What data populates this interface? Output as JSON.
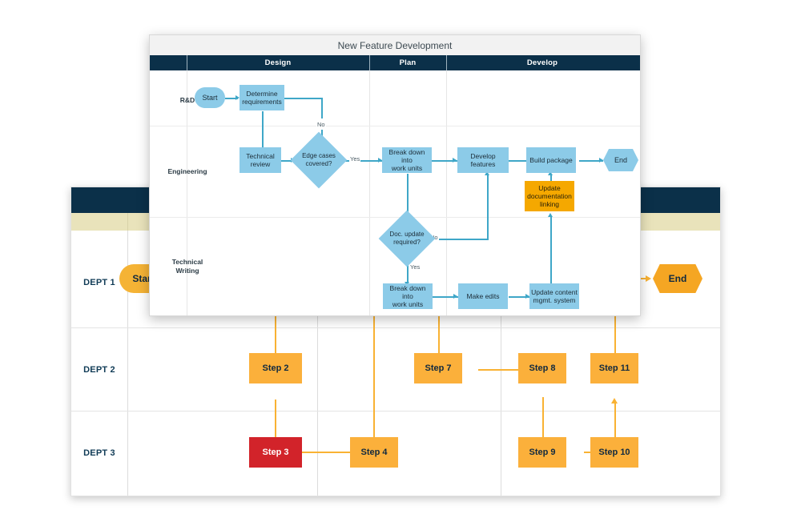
{
  "background_diagram": {
    "name": "generic-department-swimlane",
    "header_color": "#0b3049",
    "subheader_color": "#e9e3bb",
    "accent_color": "#FBB03B",
    "alert_color": "#D2232A",
    "lanes": [
      {
        "label": "DEPT 1"
      },
      {
        "label": "DEPT 2"
      },
      {
        "label": "DEPT 3"
      }
    ],
    "nodes": [
      {
        "id": "start",
        "label": "Start",
        "shape": "stadium",
        "color": "#F5B335"
      },
      {
        "id": "step2",
        "label": "Step 2",
        "shape": "rect",
        "color": "#FBB03B"
      },
      {
        "id": "step3",
        "label": "Step 3",
        "shape": "rect",
        "color": "#D2232A"
      },
      {
        "id": "step4",
        "label": "Step 4",
        "shape": "rect",
        "color": "#FBB03B"
      },
      {
        "id": "step7",
        "label": "Step 7",
        "shape": "rect",
        "color": "#FBB03B"
      },
      {
        "id": "step8",
        "label": "Step 8",
        "shape": "rect",
        "color": "#FBB03B"
      },
      {
        "id": "step9",
        "label": "Step 9",
        "shape": "rect",
        "color": "#FBB03B"
      },
      {
        "id": "step10",
        "label": "Step 10",
        "shape": "rect",
        "color": "#FBB03B"
      },
      {
        "id": "step11",
        "label": "Step 11",
        "shape": "rect",
        "color": "#FBB03B"
      },
      {
        "id": "end",
        "label": "End",
        "shape": "hexagon",
        "color": "#F5A623"
      }
    ]
  },
  "foreground_diagram": {
    "title": "New Feature Development",
    "header_color": "#0b3049",
    "node_color": "#8CCBE8",
    "highlight_color": "#F5A800",
    "connector_color": "#3FA7C8",
    "columns": [
      {
        "label": "Design"
      },
      {
        "label": "Plan"
      },
      {
        "label": "Develop"
      }
    ],
    "lanes": [
      {
        "label": "R&D"
      },
      {
        "label": "Engineering"
      },
      {
        "label": "Technical\nWriting",
        "line1": "Technical",
        "line2": "Writing"
      }
    ],
    "nodes": [
      {
        "id": "start",
        "label": "Start",
        "shape": "stadium",
        "lane": "R&D",
        "column": "Design"
      },
      {
        "id": "determine-requirements",
        "label": "Determine requirements",
        "line1": "Determine",
        "line2": "requirements",
        "shape": "rect",
        "lane": "R&D",
        "column": "Design"
      },
      {
        "id": "technical-review",
        "label": "Technical review",
        "line1": "Technical",
        "line2": "review",
        "shape": "rect",
        "lane": "Engineering",
        "column": "Design"
      },
      {
        "id": "edge-cases-covered",
        "label": "Edge cases covered?",
        "line1": "Edge cases",
        "line2": "covered?",
        "shape": "diamond",
        "lane": "Engineering",
        "column": "Design"
      },
      {
        "id": "break-down-into-work-units-eng",
        "label": "Break down into work units",
        "line1": "Break down into",
        "line2": "work units",
        "shape": "rect",
        "lane": "Engineering",
        "column": "Plan"
      },
      {
        "id": "develop-features",
        "label": "Develop features",
        "shape": "rect",
        "lane": "Engineering",
        "column": "Develop"
      },
      {
        "id": "build-package",
        "label": "Build package",
        "shape": "rect",
        "lane": "Engineering",
        "column": "Develop"
      },
      {
        "id": "end",
        "label": "End",
        "shape": "hexagon",
        "lane": "Engineering",
        "column": "Develop"
      },
      {
        "id": "update-documentation-linking",
        "label": "Update documentation linking",
        "line1": "Update",
        "line2": "documentation",
        "line3": "linking",
        "shape": "rect",
        "color": "#F5A800",
        "lane": "Engineering",
        "column": "Develop"
      },
      {
        "id": "doc-update-required",
        "label": "Doc. update required?",
        "line1": "Doc. update",
        "line2": "required?",
        "shape": "diamond",
        "lane": "Technical Writing",
        "column": "Plan"
      },
      {
        "id": "break-down-into-work-units-tw",
        "label": "Break down into work units",
        "line1": "Break down into",
        "line2": "work units",
        "shape": "rect",
        "lane": "Technical Writing",
        "column": "Plan"
      },
      {
        "id": "make-edits",
        "label": "Make edits",
        "shape": "rect",
        "lane": "Technical Writing",
        "column": "Develop"
      },
      {
        "id": "update-content-mgmt-system",
        "label": "Update content mgmt. system",
        "line1": "Update content",
        "line2": "mgmt. system",
        "shape": "rect",
        "lane": "Technical Writing",
        "column": "Develop"
      }
    ],
    "edge_labels": {
      "no_edge_cases": "No",
      "yes_edge_cases": "Yes",
      "no_doc_update": "No",
      "yes_doc_update": "Yes"
    }
  }
}
